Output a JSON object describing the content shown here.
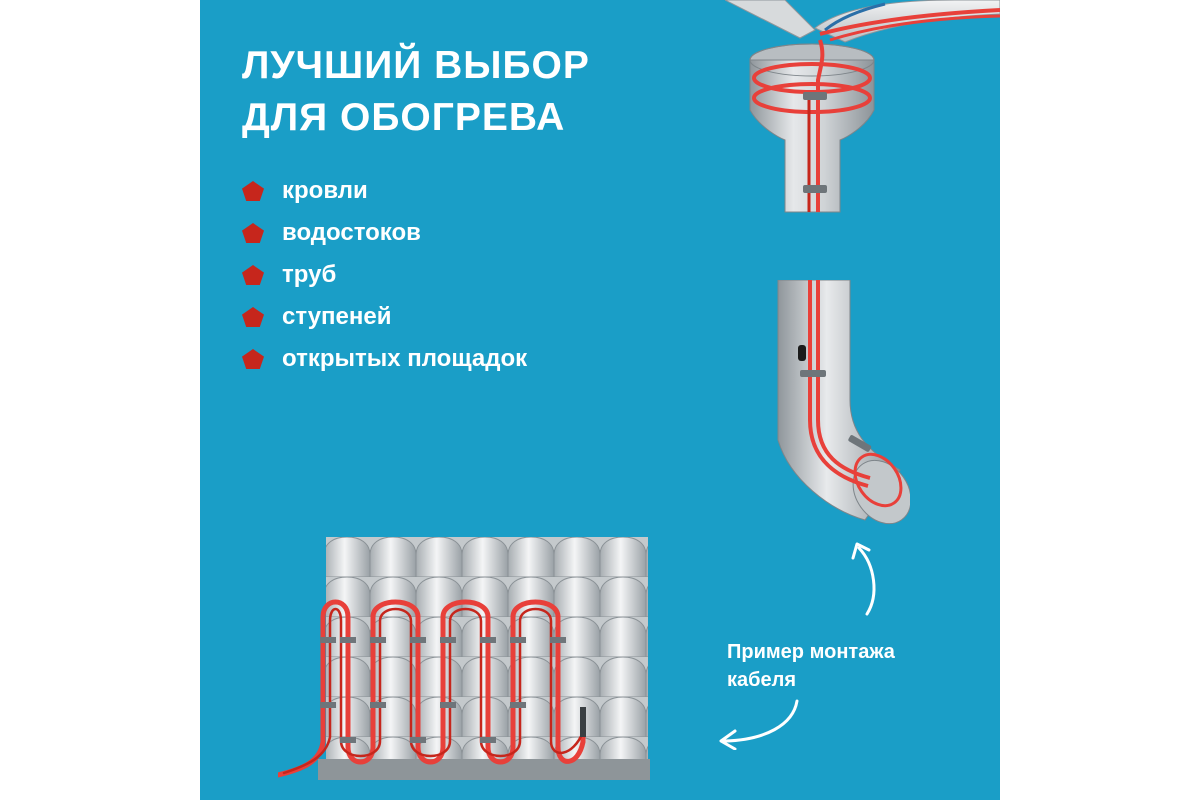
{
  "title": {
    "line1": "ЛУЧШИЙ ВЫБОР",
    "line2": "ДЛЯ ОБОГРЕВА"
  },
  "features": [
    "кровли",
    "водостоков",
    "труб",
    "ступеней",
    "открытых площадок"
  ],
  "caption": {
    "line1": "Пример монтажа",
    "line2": "кабеля"
  },
  "colors": {
    "background": "#1a9ec7",
    "accent": "#c6261c",
    "cable": "#e8403a",
    "metal": "#c9cdd0"
  }
}
